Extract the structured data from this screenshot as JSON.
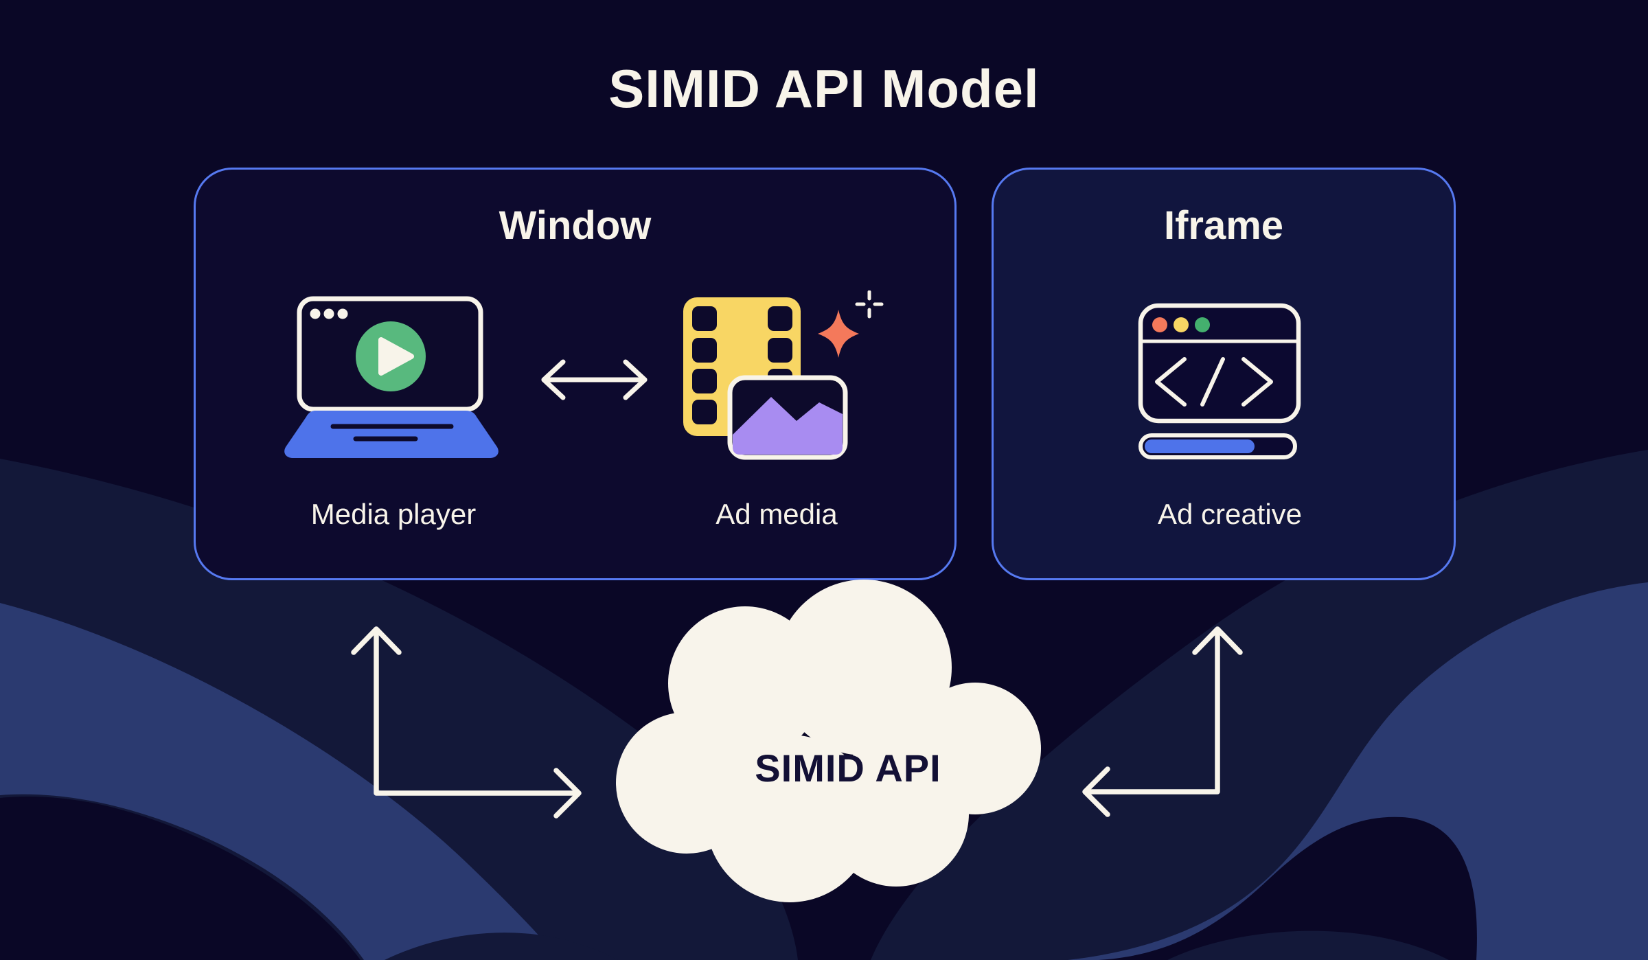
{
  "title": "SIMID API Model",
  "window_panel": {
    "title": "Window",
    "media_player_label": "Media player",
    "ad_media_label": "Ad media"
  },
  "iframe_panel": {
    "title": "Iframe",
    "ad_creative_label": "Ad creative"
  },
  "cloud": {
    "label": "SIMID API"
  },
  "icons": [
    "media-player-laptop-icon",
    "play-icon",
    "double-arrow-icon",
    "film-strip-icon",
    "sparkle-icon",
    "plus-sparkle-icon",
    "image-icon",
    "browser-code-icon",
    "progress-bar",
    "cloud-icon",
    "arrow-up-right-connector",
    "arrow-up-left-connector"
  ],
  "colors": {
    "background": "#0A0726",
    "wave_medium": "#131839",
    "wave_bright": "#2B3A70",
    "panel_border": "#5679F0",
    "window_panel_fill": "#0D0A2E",
    "iframe_panel_fill": "#11153E",
    "cream": "#F8F4EA",
    "accent_blue": "#4E73EA",
    "green": "#58B97E",
    "green_dot": "#44B06E",
    "yellow": "#F8D664",
    "coral": "#F4795B",
    "purple": "#A88CF1",
    "icon_dark_fill": "#0D0A2B",
    "cloud_text": "#131035"
  }
}
